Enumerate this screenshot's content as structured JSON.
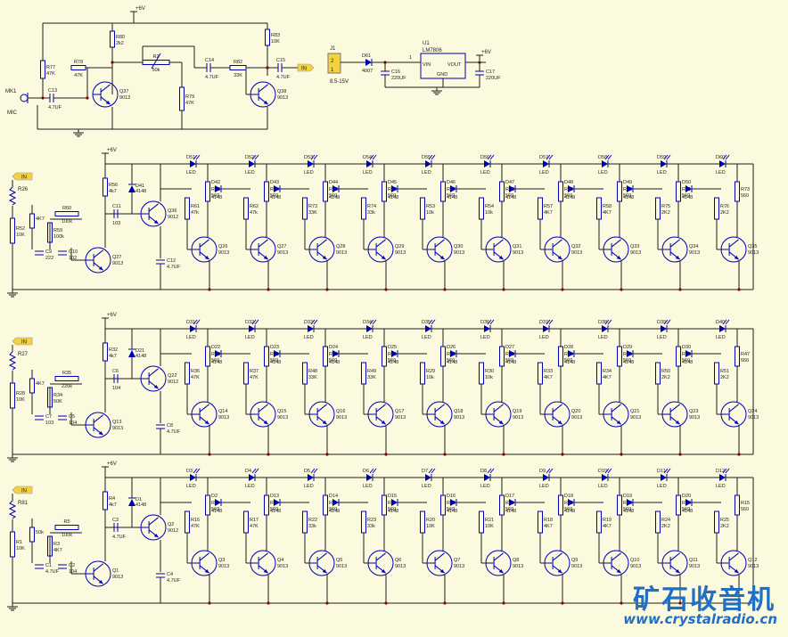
{
  "colors": {
    "bg": "#fbf9de",
    "wire": "#1e1e1e",
    "part": "#0000b4",
    "label": "#1e1e1e",
    "junction": "#8b0000",
    "netlabel": "#f5d23c",
    "watermark": "#1f6fc7"
  },
  "supply": {
    "vcc": "+6V"
  },
  "preamp": {
    "mic": [
      "MK1",
      "MIC"
    ],
    "resistors": [
      [
        "R77",
        "47K"
      ],
      [
        "R78",
        "47K"
      ],
      [
        "R80",
        "2k2"
      ],
      [
        "R2",
        "50k"
      ],
      [
        "R79",
        "47K"
      ],
      [
        "R82",
        "33K"
      ],
      [
        "R83",
        "10K"
      ]
    ],
    "caps": [
      [
        "C13",
        "4.7UF"
      ],
      [
        "C14",
        "4.7UF"
      ],
      [
        "C15",
        "4.7UF"
      ]
    ],
    "transistors": [
      [
        "Q37",
        "9013"
      ],
      [
        "Q38",
        "9013"
      ]
    ],
    "out": "IN"
  },
  "psu": {
    "j": "J1",
    "pins": [
      "2",
      "1"
    ],
    "jnote": "8.5-15V",
    "d": [
      "D61",
      "4007"
    ],
    "u": [
      "U1",
      "LM7806"
    ],
    "pins_u": [
      "VIN",
      "VOUT",
      "GND"
    ],
    "pin1": "1",
    "c16": [
      "C16",
      "220UF"
    ],
    "c17": [
      "C17",
      "220UF"
    ],
    "vcc": "+6V"
  },
  "rows": [
    {
      "in": "IN",
      "r_in": "R26",
      "r_in2": "4K7",
      "rb": [
        "R56",
        "4k7"
      ],
      "d": [
        "D41",
        "4148"
      ],
      "rc": [
        "R60",
        "100k"
      ],
      "c1": [
        "C11",
        "103"
      ],
      "q1": [
        "Q27",
        "9013"
      ],
      "q2": [
        "Q36",
        "9012"
      ],
      "c2": [
        "C12",
        "4.7UF"
      ],
      "c3": [
        "C9",
        "222"
      ],
      "c4": [
        "C10",
        "102"
      ],
      "r3": [
        "R52",
        "10K"
      ],
      "r4": [
        "R59",
        "100k"
      ],
      "leds": [
        "D51",
        "D52",
        "D53",
        "D54",
        "D55",
        "D56",
        "D57",
        "D58",
        "D59",
        "D60"
      ],
      "ledw": "LED",
      "diodes": [
        "D42",
        "D43",
        "D44",
        "D45",
        "D46",
        "D47",
        "D48",
        "D49",
        "D50"
      ],
      "dw": "4148",
      "rs": [
        "R63",
        "R64",
        "R65",
        "R66",
        "R67",
        "R68",
        "R69",
        "R70",
        "R71",
        "R73"
      ],
      "rsv": "560",
      "qs": [
        "Q26",
        "Q27",
        "Q28",
        "Q29",
        "Q30",
        "Q31",
        "Q32",
        "Q33",
        "Q34",
        "Q35"
      ],
      "qv": "9013",
      "rb2": [
        [
          "R61",
          "47k"
        ],
        [
          "R62",
          "47k"
        ],
        [
          "R73",
          "33K"
        ],
        [
          "R74",
          "33k"
        ],
        [
          "R53",
          "10k"
        ],
        [
          "R54",
          "10k"
        ],
        [
          "R57",
          "4K7"
        ],
        [
          "R58",
          "4K7"
        ],
        [
          "R75",
          "2K2"
        ],
        [
          "R76",
          "2K2"
        ]
      ]
    },
    {
      "in": "IN",
      "r_in": "R27",
      "r_in2": "4K7",
      "rb": [
        "R32",
        "4k7"
      ],
      "d": [
        "D21",
        "4148"
      ],
      "rc": [
        "R35",
        "220k"
      ],
      "c1": [
        "C6",
        "104"
      ],
      "q1": [
        "Q13",
        "9013"
      ],
      "q2": [
        "Q22",
        "9012"
      ],
      "c2": [
        "C8",
        "4.7UF"
      ],
      "c3": [
        "C7",
        "103"
      ],
      "c4": [
        "C5",
        "104"
      ],
      "r3": [
        "R28",
        "10K"
      ],
      "r4": [
        "R34",
        "50K"
      ],
      "leds": [
        "D31",
        "D32",
        "D33",
        "D34",
        "D35",
        "D36",
        "D37",
        "D38",
        "D39",
        "D40"
      ],
      "ledw": "LED",
      "diodes": [
        "D22",
        "D23",
        "D24",
        "D25",
        "D26",
        "D27",
        "D28",
        "D29",
        "D30"
      ],
      "dw": "4148",
      "rs": [
        "R38",
        "R39",
        "R40",
        "R41",
        "R42",
        "R43",
        "R44",
        "R45",
        "R46",
        "R47"
      ],
      "rsv": "560",
      "qs": [
        "Q14",
        "Q15",
        "Q16",
        "Q17",
        "Q18",
        "Q19",
        "Q20",
        "Q21",
        "Q23",
        "Q24"
      ],
      "qv": "9013",
      "rb2": [
        [
          "R36",
          "47K"
        ],
        [
          "R37",
          "47K"
        ],
        [
          "R48",
          "33K"
        ],
        [
          "R49",
          "33K"
        ],
        [
          "R29",
          "10k"
        ],
        [
          "R30",
          "10k"
        ],
        [
          "R33",
          "4K7"
        ],
        [
          "R34",
          "4K7"
        ],
        [
          "R50",
          "2K2"
        ],
        [
          "R51",
          "2K2"
        ]
      ]
    },
    {
      "in": "IN",
      "r_in": "R81",
      "r_in2": "50k",
      "rb": [
        "R4",
        "4k7"
      ],
      "d": [
        "D1",
        "4148"
      ],
      "rc": [
        "R5",
        "100k"
      ],
      "c1": [
        "C3",
        "4.7UF"
      ],
      "q1": [
        "Q1",
        "9013"
      ],
      "q2": [
        "Q2",
        "9012"
      ],
      "c2": [
        "C4",
        "4.7UF"
      ],
      "c3": [
        "C1",
        "4.7UF"
      ],
      "c4": [
        "C2",
        "104"
      ],
      "r3": [
        "R1",
        "10K"
      ],
      "r4": [
        "R3",
        "4K7"
      ],
      "leds": [
        "D3",
        "D4",
        "D5",
        "D6",
        "D7",
        "D8",
        "D9",
        "D10",
        "D11",
        "D12"
      ],
      "ledw": "LED",
      "diodes": [
        "D2",
        "D13",
        "D14",
        "D15",
        "D16",
        "D17",
        "D18",
        "D19",
        "D20"
      ],
      "dw": "4148",
      "rs": [
        "R6",
        "R7",
        "R8",
        "R9",
        "R10",
        "R11",
        "R12",
        "R13",
        "R14",
        "R15"
      ],
      "rsv": "560",
      "qs": [
        "Q3",
        "Q4",
        "Q5",
        "Q6",
        "Q7",
        "Q8",
        "Q9",
        "Q10",
        "Q11",
        "Q12"
      ],
      "qv": "9013",
      "rb2": [
        [
          "R16",
          "47K"
        ],
        [
          "R17",
          "47K"
        ],
        [
          "R22",
          "33k"
        ],
        [
          "R23",
          "33k"
        ],
        [
          "R20",
          "10K"
        ],
        [
          "R21",
          "10K"
        ],
        [
          "R18",
          "4K7"
        ],
        [
          "R19",
          "4K7"
        ],
        [
          "R24",
          "2K2"
        ],
        [
          "R25",
          "2K2"
        ]
      ]
    }
  ],
  "watermark": {
    "cn": "矿石收音机",
    "url": "www.crystalradio.cn"
  }
}
